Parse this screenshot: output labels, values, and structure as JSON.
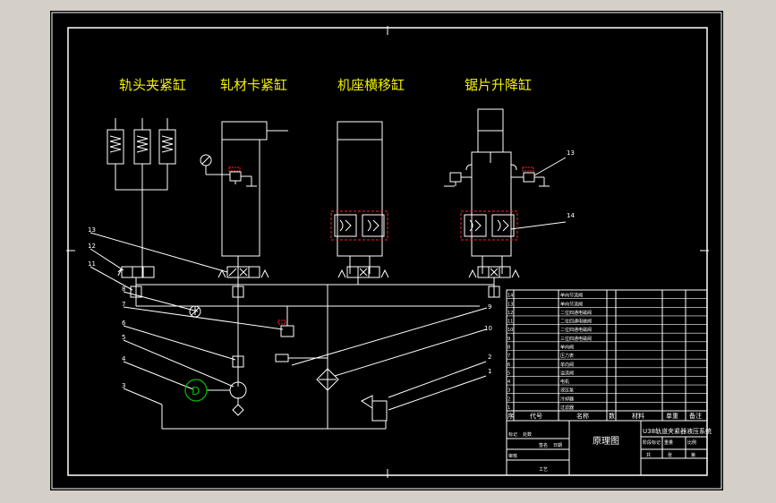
{
  "cylinders": {
    "c1": "轨头夹紧缸",
    "c2": "轧材卡紧缸",
    "c3": "机座横移缸",
    "c4": "锯片升降缸"
  },
  "callouts": {
    "n1": "1",
    "n2": "2",
    "n3": "3",
    "n4": "4",
    "n5": "5",
    "n6": "6",
    "n7": "7",
    "n8": "8",
    "n9": "9",
    "n10": "10",
    "n11": "11",
    "n12": "12",
    "n13": "13",
    "n14": "14",
    "n15": "13"
  },
  "pump_symbol": "D",
  "title_block": {
    "drawing_title": "原理图",
    "project_title": "U38轨道夹紧器液压系统",
    "col_seq": "序",
    "col_code": "代号",
    "col_name": "名称",
    "col_qty": "数",
    "col_material": "材料",
    "col_weight": "单重",
    "col_note": "备注",
    "bl_1": "标记",
    "bl_2": "处数",
    "bl_3": "签名",
    "bl_4": "日期",
    "bl_5": "审核",
    "bl_6": "工艺",
    "br_1": "阶段标记",
    "br_2": "重量",
    "br_3": "比例",
    "br_4": "共",
    "br_5": "张",
    "br_6": "第"
  },
  "parts_list": [
    {
      "seq": "14",
      "name": "单向节流阀"
    },
    {
      "seq": "13",
      "name": "单向节流阀"
    },
    {
      "seq": "12",
      "name": "二位四通电磁阀"
    },
    {
      "seq": "11",
      "name": "二位四通电磁阀"
    },
    {
      "seq": "10",
      "name": "二位四通电磁阀"
    },
    {
      "seq": "9",
      "name": "三位四通电磁阀"
    },
    {
      "seq": "8",
      "name": "单向阀"
    },
    {
      "seq": "7",
      "name": "压力表"
    },
    {
      "seq": "6",
      "name": "单向阀"
    },
    {
      "seq": "5",
      "name": "溢流阀"
    },
    {
      "seq": "4",
      "name": "电机"
    },
    {
      "seq": "3",
      "name": "液压泵"
    },
    {
      "seq": "2",
      "name": "冷却器"
    },
    {
      "seq": "1",
      "name": "过滤器"
    }
  ],
  "colors": {
    "background": "#000000",
    "line": "#ffffff",
    "title_text": "#f0f000",
    "highlight": "#ff2020",
    "motor": "#00c000"
  }
}
